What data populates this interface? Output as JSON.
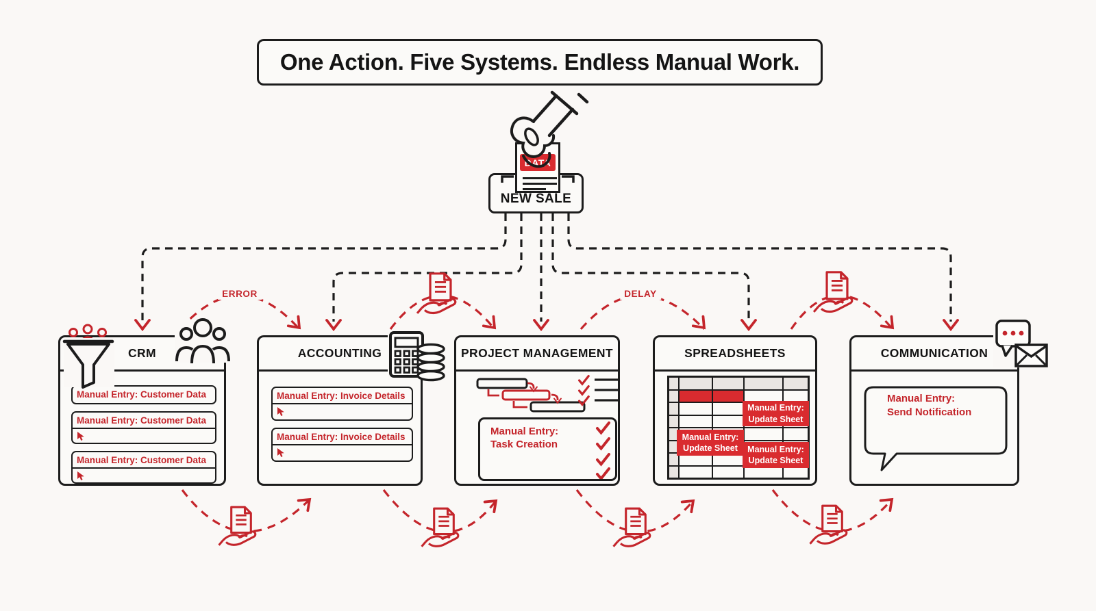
{
  "title": "One Action. Five Systems. Endless Manual Work.",
  "new_sale": {
    "label": "NEW SALE",
    "data_tag": "DATA"
  },
  "connectors": {
    "error_label": "ERROR",
    "delay_label": "DELAY"
  },
  "panels": {
    "crm": {
      "title": "CRM",
      "entry1": "Manual Entry: Customer Data",
      "entry2": "Manual Entry: Customer Data",
      "entry3": "Manual Entry: Customer Data"
    },
    "accounting": {
      "title": "ACCOUNTING",
      "entry1": "Manual Entry: Invoice Details",
      "entry2": "Manual Entry: Invoice Details"
    },
    "project": {
      "title": "PROJECT MANAGEMENT",
      "entry_line1": "Manual Entry:",
      "entry_line2": "Task Creation"
    },
    "spreadsheets": {
      "title": "SPREADSHEETS",
      "block1_line1": "Manual Entry:",
      "block1_line2": "Update Sheet",
      "block2_line1": "Manual Entry:",
      "block2_line2": "Update Sheet",
      "block3_line1": "Manual Entry:",
      "block3_line2": "Update Sheet"
    },
    "communication": {
      "title": "COMMUNICATION",
      "entry_line1": "Manual Entry:",
      "entry_line2": "Send Notification"
    }
  },
  "colors": {
    "red": "#c4252b",
    "red_fill": "#d92b2f",
    "black": "#1c1c1c",
    "background": "#faf8f6",
    "grid_gray": "#e9e5e2"
  }
}
